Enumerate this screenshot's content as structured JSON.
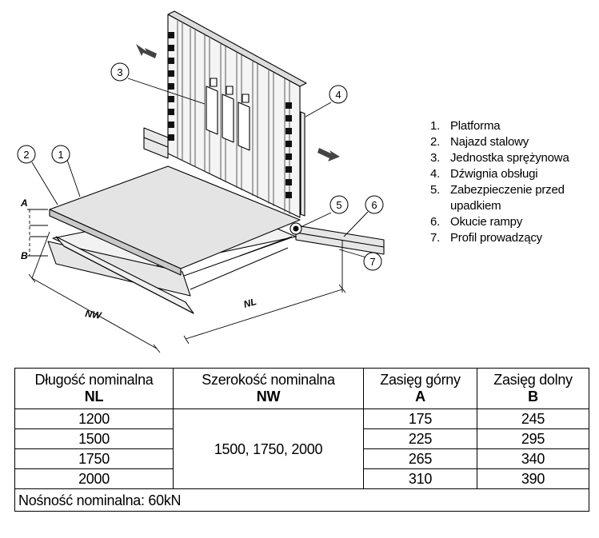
{
  "callouts": [
    "1",
    "2",
    "3",
    "4",
    "5",
    "6",
    "7"
  ],
  "dimensions": {
    "a": "A",
    "b": "B",
    "nw": "NW",
    "nl": "NL"
  },
  "legend": [
    {
      "num": "1.",
      "label": "Platforma"
    },
    {
      "num": "2.",
      "label": "Najazd stalowy"
    },
    {
      "num": "3.",
      "label": "Jednostka sprężynowa"
    },
    {
      "num": "4.",
      "label": "Dźwignia obsługi"
    },
    {
      "num": "5.",
      "label": "Zabezpieczenie przed upadkiem"
    },
    {
      "num": "6.",
      "label": "Okucie rampy"
    },
    {
      "num": "7.",
      "label": "Profil prowadzący"
    }
  ],
  "table": {
    "headers": [
      {
        "label": "Długość nominalna",
        "symbol": "NL"
      },
      {
        "label": "Szerokość nominalna",
        "symbol": "NW"
      },
      {
        "label": "Zasięg górny",
        "symbol": "A"
      },
      {
        "label": "Zasięg dolny",
        "symbol": "B"
      }
    ],
    "rows": [
      {
        "nl": "1200",
        "a": "175",
        "b": "245"
      },
      {
        "nl": "1500",
        "a": "225",
        "b": "295"
      },
      {
        "nl": "1750",
        "a": "265",
        "b": "340"
      },
      {
        "nl": "2000",
        "a": "310",
        "b": "390"
      }
    ],
    "nw_merged": "1500, 1750, 2000",
    "footer": "Nośność nominalna: 60kN"
  }
}
